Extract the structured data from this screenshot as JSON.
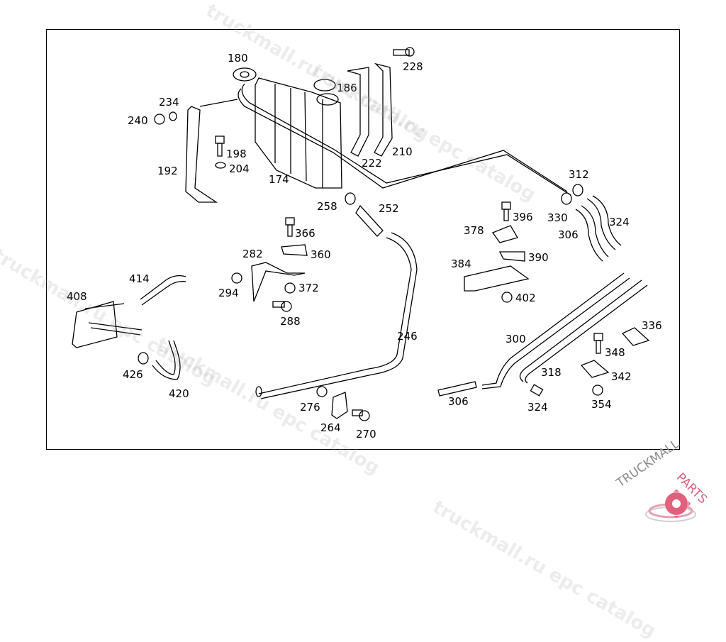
{
  "diagram": {
    "title": "Cooling system expansion tank and hoses parts diagram",
    "part_labels": [
      {
        "id": "p180",
        "text": "180"
      },
      {
        "id": "p228",
        "text": "228"
      },
      {
        "id": "p234",
        "text": "234"
      },
      {
        "id": "p186",
        "text": "186"
      },
      {
        "id": "p240",
        "text": "240"
      },
      {
        "id": "p198",
        "text": "198"
      },
      {
        "id": "p210",
        "text": "210"
      },
      {
        "id": "p192",
        "text": "192"
      },
      {
        "id": "p204",
        "text": "204"
      },
      {
        "id": "p222",
        "text": "222"
      },
      {
        "id": "p174",
        "text": "174"
      },
      {
        "id": "p312",
        "text": "312"
      },
      {
        "id": "p258",
        "text": "258"
      },
      {
        "id": "p252",
        "text": "252"
      },
      {
        "id": "p330",
        "text": "330"
      },
      {
        "id": "p396",
        "text": "396"
      },
      {
        "id": "p324a",
        "text": "324"
      },
      {
        "id": "p366",
        "text": "366"
      },
      {
        "id": "p378",
        "text": "378"
      },
      {
        "id": "p306a",
        "text": "306"
      },
      {
        "id": "p282",
        "text": "282"
      },
      {
        "id": "p360",
        "text": "360"
      },
      {
        "id": "p390",
        "text": "390"
      },
      {
        "id": "p384",
        "text": "384"
      },
      {
        "id": "p414",
        "text": "414"
      },
      {
        "id": "p294",
        "text": "294"
      },
      {
        "id": "p372",
        "text": "372"
      },
      {
        "id": "p408",
        "text": "408"
      },
      {
        "id": "p402",
        "text": "402"
      },
      {
        "id": "p288",
        "text": "288"
      },
      {
        "id": "p336",
        "text": "336"
      },
      {
        "id": "p246",
        "text": "246"
      },
      {
        "id": "p300",
        "text": "300"
      },
      {
        "id": "p348",
        "text": "348"
      },
      {
        "id": "p426",
        "text": "426"
      },
      {
        "id": "p318",
        "text": "318"
      },
      {
        "id": "p342",
        "text": "342"
      },
      {
        "id": "p420",
        "text": "420"
      },
      {
        "id": "p306b",
        "text": "306"
      },
      {
        "id": "p276",
        "text": "276"
      },
      {
        "id": "p324b",
        "text": "324"
      },
      {
        "id": "p354",
        "text": "354"
      },
      {
        "id": "p264",
        "text": "264"
      },
      {
        "id": "p270",
        "text": "270"
      }
    ]
  },
  "watermarks": [
    "truckmall.ru epc catalog",
    "truckmall.ru epc catalog",
    "truckmall.ru epc catalog",
    "truckmall.ru epc catalog",
    "truckmall.ru epc catalog"
  ],
  "logo": {
    "text_gray": "TRUCKMALL",
    "text_pink": "PARTS",
    "gray": "#8a8a8a",
    "pink": "#e0607e"
  }
}
